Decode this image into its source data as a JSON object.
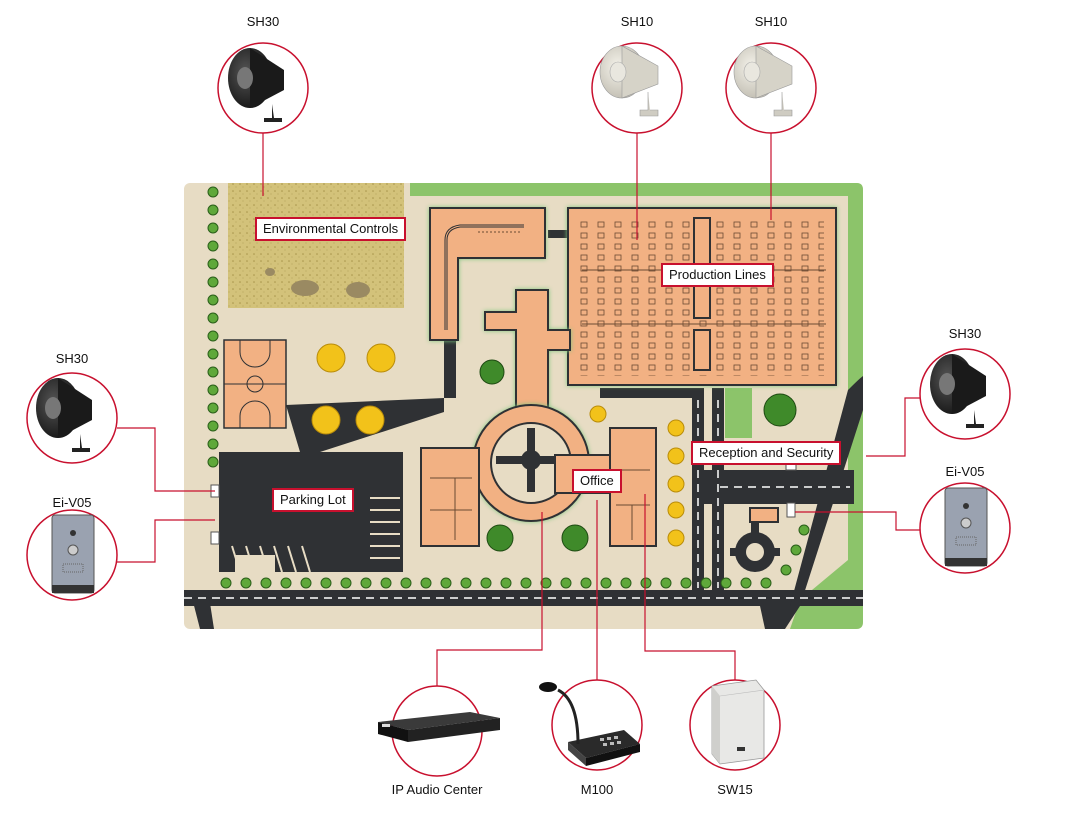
{
  "devices": {
    "sh30_top": "SH30",
    "sh10_a": "SH10",
    "sh10_b": "SH10",
    "sh30_left": "SH30",
    "eiv05_left": "Ei-V05",
    "sh30_right": "SH30",
    "eiv05_right": "Ei-V05",
    "ip_audio_center": "IP Audio Center",
    "m100": "M100",
    "sw15": "SW15"
  },
  "areas": {
    "environmental_controls": "Environmental Controls",
    "production_lines": "Production Lines",
    "reception_security": "Reception and Security",
    "parking_lot": "Parking Lot",
    "office": "Office"
  },
  "colors": {
    "accent": "#c8102e",
    "building": "#f2b183",
    "road": "#2f3134",
    "ground": "#e7dcc4",
    "grass": "#8cc46a",
    "sand": "#d3c27a"
  }
}
